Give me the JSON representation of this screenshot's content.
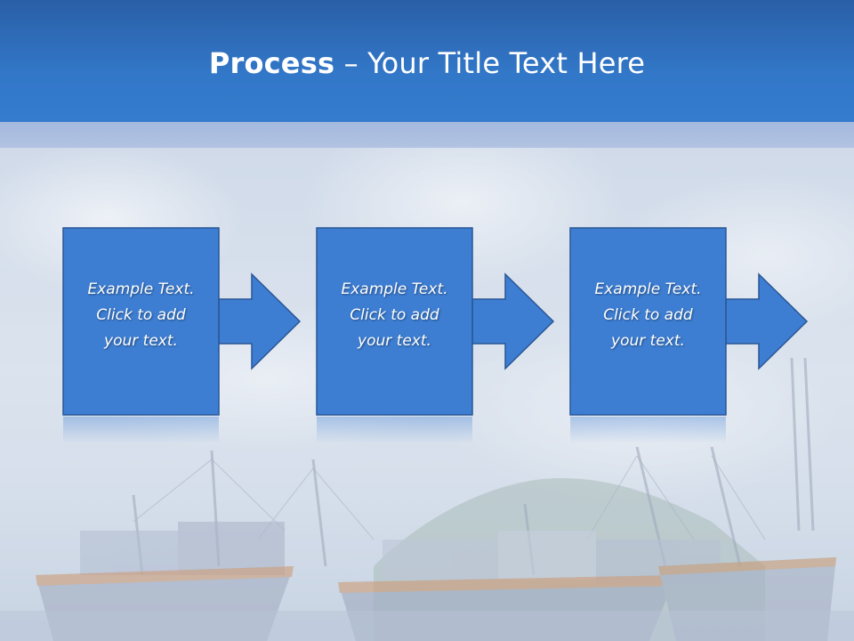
{
  "slide": {
    "title_bold": "Process",
    "title_rest": " – Your Title Text Here"
  },
  "steps": [
    {
      "line1": "Example Text.",
      "line2": "Click  to add",
      "line3": "your text."
    },
    {
      "line1": "Example Text.",
      "line2": "Click  to add",
      "line3": "your text."
    },
    {
      "line1": "Example Text.",
      "line2": "Click  to add",
      "line3": "your text."
    }
  ],
  "colors": {
    "title_bar": "#3277c8",
    "box_fill": "#3d7ed3",
    "box_border": "#2a5694"
  },
  "icons": [
    "arrow-right-icon"
  ]
}
